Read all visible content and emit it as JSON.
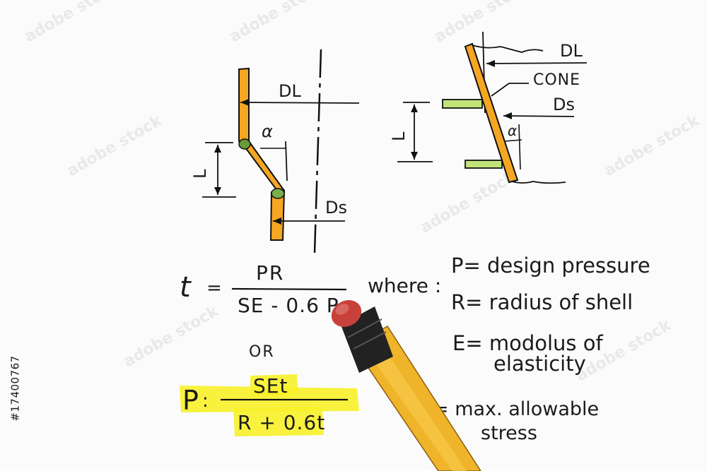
{
  "stock_id": "#17400767",
  "labels": {
    "dl": "DL",
    "ds": "Ds",
    "l": "L",
    "alpha": "α",
    "cone": "CONE"
  },
  "formula1": {
    "lhs": "t",
    "eq": "=",
    "num": "PR",
    "den": "SE - 0.6 P"
  },
  "where": "where :",
  "legend": {
    "p": "P= design pressure",
    "r": "R= radius of shell",
    "e1": "E= modolus of",
    "e2": "elasticity",
    "s1": "= max. allowable",
    "s2": "stress"
  },
  "or": "OR",
  "formula2": {
    "lhs": "P",
    "eq": ":",
    "num": "SEt",
    "den": "R + 0.6t"
  },
  "colors": {
    "paper": "#fbfbfb",
    "ink": "#1b1b1b",
    "shell": "#f5a623",
    "highlight": "#f7f12a",
    "weld": "#b8e06a",
    "pencil": "#f0b42a",
    "eraser": "#c8403a"
  }
}
